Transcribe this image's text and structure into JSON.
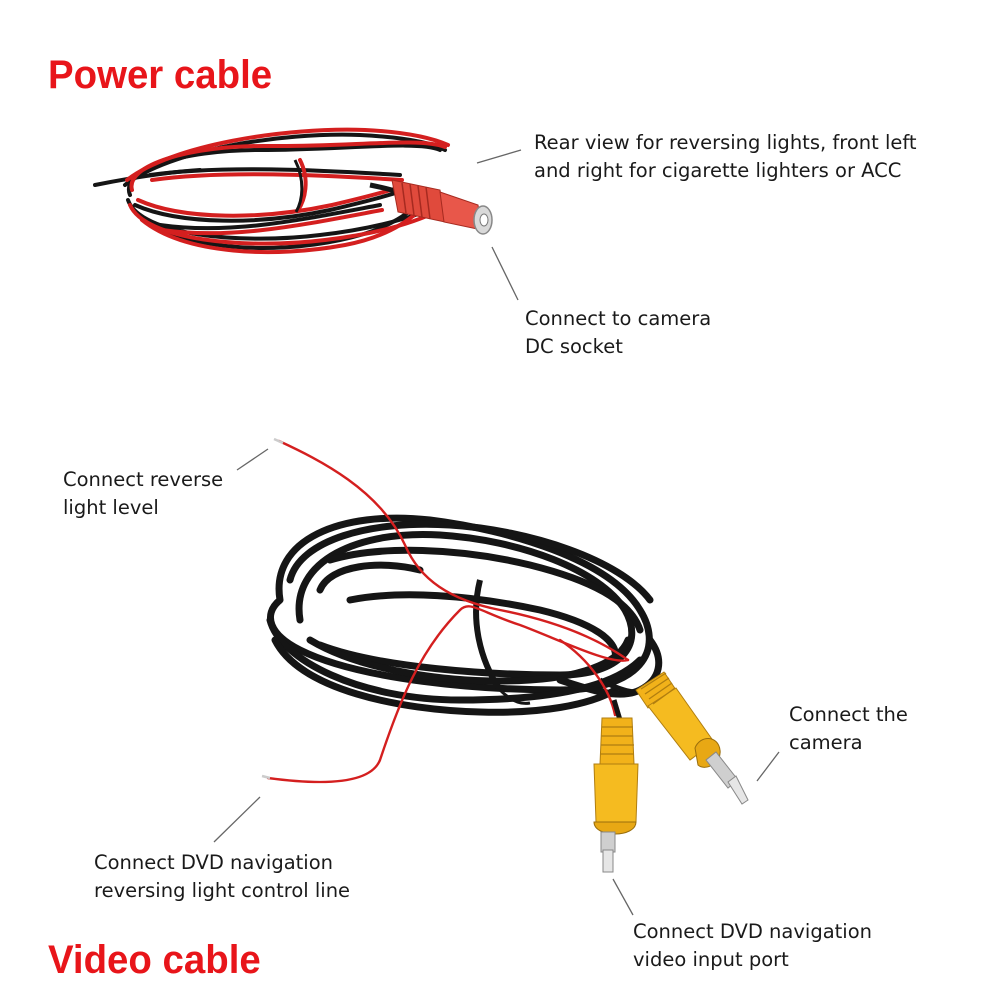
{
  "headings": {
    "power": "Power cable",
    "video": "Video cable"
  },
  "power_labels": {
    "rear_view": [
      "Rear view for reversing lights, front left",
      "and right for cigarette lighters or ACC"
    ],
    "dc_socket": [
      "Connect to camera",
      "DC socket"
    ]
  },
  "video_labels": {
    "reverse_light": [
      "Connect reverse",
      "light level"
    ],
    "camera": [
      "Connect the",
      "camera"
    ],
    "dvd_control": [
      "Connect DVD navigation",
      "reversing light control line"
    ],
    "dvd_video": [
      "Connect DVD navigation",
      "video input port"
    ]
  },
  "colors": {
    "heading": "#e8151a",
    "red_wire": "#d41f1f",
    "black_wire": "#151515",
    "rca_yellow": "#f2b21a",
    "connector_red": "#e04a3c",
    "leader_line": "#666666"
  }
}
